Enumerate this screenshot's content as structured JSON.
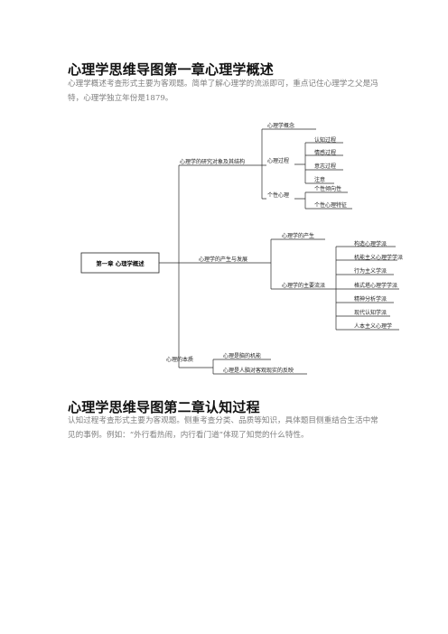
{
  "chapter1": {
    "title": "心理学思维导图第一章心理学概述",
    "desc_line1": "心理学概述考查形式主要为客观题。简单了解心理学的流派即可，重点记住心理学之父是冯",
    "desc_line2": "特，心理学独立年份是1879。"
  },
  "mindmap": {
    "root": "第一章  心理学概述",
    "b1": {
      "label": "心理学的研究对象及其结构",
      "c1": "心理学概念",
      "c2": "心理过程",
      "c2_items": [
        "认知过程",
        "情感过程",
        "意志过程",
        "注意"
      ],
      "c3": "个性心理",
      "c3_items": [
        "个性倾向性",
        "个性心理特征"
      ]
    },
    "b2": {
      "label": "心理学的产生与发展",
      "c1": "心理学的产生",
      "c2": "心理学的主要流派",
      "c2_items": [
        "构造心理学派",
        "机能主义心理学学派",
        "行为主义学派",
        "格式塔心理学学派",
        "精神分析学派",
        "现代认知学派",
        "人本主义心理学"
      ]
    },
    "b3": {
      "label": "心理的本质",
      "items": [
        "心理是脑的机能",
        "心理是人脑对客观现实的反映"
      ]
    }
  },
  "chapter2": {
    "title": "心理学思维导图第二章认知过程",
    "desc_line1": "认知过程考查形式主要为客观题。侧重考查分类、品质等知识，具体题目侧重结合生活中常",
    "desc_line2": "见的事例。例如：“外行看热闹，内行看门道”体现了知觉的什么特性。"
  }
}
